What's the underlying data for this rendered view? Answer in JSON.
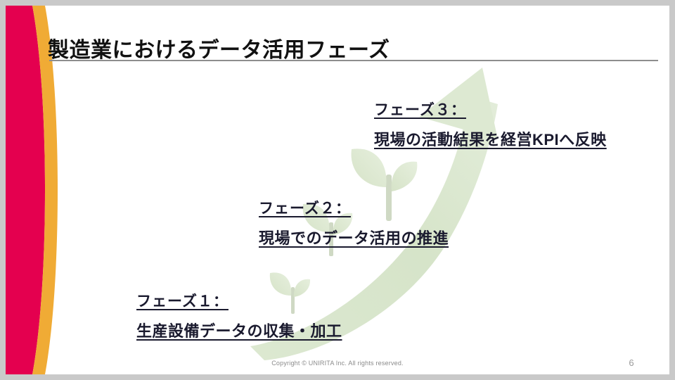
{
  "slide": {
    "title": "製造業におけるデータ活用フェーズ",
    "page_number": "6",
    "copyright": "Copyright © UNIRITA Inc. All rights reserved."
  },
  "colors": {
    "frame": "#c9c9c9",
    "background": "#ffffff",
    "accent_crimson": "#e4004f",
    "accent_gold": "#f0ab35",
    "title_text": "#111111",
    "title_rule": "#8d8d8d",
    "phase_text": "#1a1a2e",
    "arrow_green": "#d9e6cd",
    "leaf_green": "#dde8d0",
    "stem_green": "#cfd9c4",
    "footer_text": "#8a8a8a",
    "page_number_text": "#9a9a9a"
  },
  "phases": [
    {
      "id": "phase1",
      "heading": "フェーズ１：",
      "body": "生産設備データの収集・加工"
    },
    {
      "id": "phase2",
      "heading": "フェーズ２：",
      "body": "現場でのデータ活用の推進"
    },
    {
      "id": "phase3",
      "heading": "フェーズ３：",
      "body": "現場の活動結果を経営KPIへ反映"
    }
  ],
  "graphic": {
    "name": "growth-arrow-with-sprouts",
    "description": "上向きの緑色の曲線矢印と3つの成長する芽",
    "sprout_count": 3
  }
}
